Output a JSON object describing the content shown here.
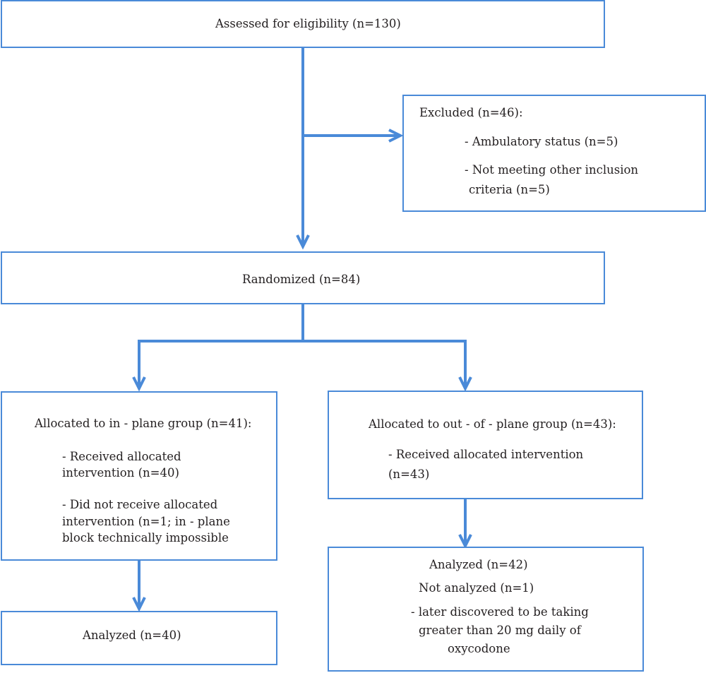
{
  "colors": {
    "box_border": "#4a8ad8",
    "arrow": "#4a8ad8",
    "text": "#231f20"
  },
  "box1": {
    "text": "Assessed for eligibility (n=130)"
  },
  "excluded": {
    "title": "Excluded (n=46):",
    "items": [
      [
        "- Ambulatory status (n=5)"
      ],
      [
        "- Not meeting other inclusion",
        "criteria (n=5)"
      ]
    ]
  },
  "randomized": {
    "text": "Randomized  (n=84)"
  },
  "in_plane": {
    "title": "Allocated to in - plane group (n=41):",
    "items": [
      [
        "- Received allocated",
        "intervention (n=40)"
      ],
      [
        "- Did not receive allocated",
        "intervention (n=1; in  - plane",
        "block technically impossible"
      ]
    ]
  },
  "out_plane": {
    "title": "Allocated to out - of - plane group (n=43):",
    "items": [
      [
        "- Received allocated intervention",
        "(n=43)"
      ]
    ]
  },
  "analyzed_left": {
    "text": "Analyzed (n=40)"
  },
  "analyzed_right": {
    "line1": "Analyzed (n=42)",
    "line2": "Not analyzed (n=1)",
    "reason": [
      "- later discovered to be taking",
      "greater than 20 mg daily of",
      "oxycodone"
    ]
  }
}
